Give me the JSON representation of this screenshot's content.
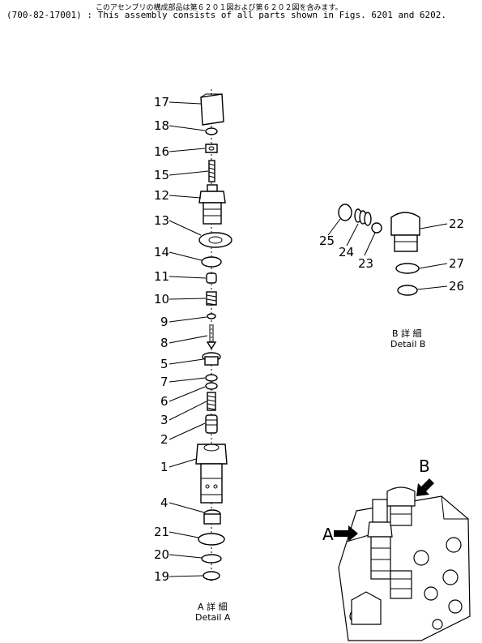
{
  "header": {
    "japanese_note": "このアセンブリの構成部品は第６２０１図および第６２０２図を含みます。",
    "english_note": "(700-82-17001) : This assembly consists of all parts shown in Figs. 6201 and 6202."
  },
  "detail_a": {
    "labels": [
      "17",
      "18",
      "16",
      "15",
      "12",
      "13",
      "14",
      "11",
      "10",
      "9",
      "8",
      "5",
      "7",
      "6",
      "3",
      "2",
      "1",
      "4",
      "21",
      "20",
      "19"
    ],
    "caption_jp": "A 詳 細",
    "caption_en": "Detail A"
  },
  "detail_b": {
    "labels": [
      "22",
      "25",
      "24",
      "23",
      "27",
      "26"
    ],
    "caption_jp": "B 詳 細",
    "caption_en": "Detail B"
  },
  "assembly": {
    "marker_a": "A",
    "marker_b": "B"
  }
}
